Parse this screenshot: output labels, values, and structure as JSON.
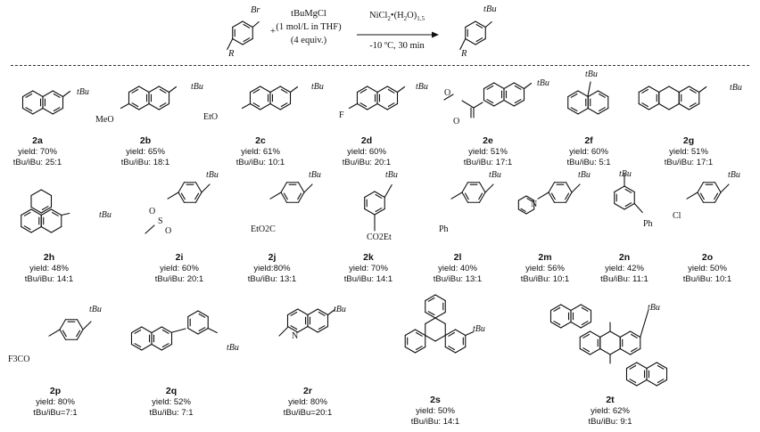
{
  "header": {
    "reactant_sub": "Br",
    "r_group": "R",
    "plus": "+",
    "reagent_name": "tBuMgCl",
    "reagent_conc": "(1 mol/L in THF)",
    "reagent_equiv": "(4 equiv.)",
    "catalyst_base": "NiCl",
    "catalyst_sub1": "2",
    "catalyst_mid": "•(H",
    "catalyst_sub2": "2",
    "catalyst_tail": "O)",
    "catalyst_sub3": "1.5",
    "conditions": "-10 ºC, 30 min",
    "product_sub": "tBu",
    "product_r": "R"
  },
  "substituent_labels": {
    "tbu": "tBu",
    "meo": "MeO",
    "eto": "EtO",
    "f": "F",
    "ph": "Ph",
    "co2et": "CO2Et",
    "eto2c": "EtO2C",
    "cl": "Cl",
    "f3co": "F3CO",
    "n": "N",
    "s": "S",
    "o": "O"
  },
  "products": [
    {
      "id": "2a",
      "yield": "yield: 70%",
      "ratio": "tBu/iBu: 25:1"
    },
    {
      "id": "2b",
      "yield": "yield: 65%",
      "ratio": "tBu/iBu: 18:1"
    },
    {
      "id": "2c",
      "yield": "yield: 61%",
      "ratio": "tBu/iBu: 10:1"
    },
    {
      "id": "2d",
      "yield": "yield: 60%",
      "ratio": "tBu/iBu: 20:1"
    },
    {
      "id": "2e",
      "yield": "yield: 51%",
      "ratio": "tBu/iBu: 17:1"
    },
    {
      "id": "2f",
      "yield": "yield: 60%",
      "ratio": "tBu/iBu: 5:1"
    },
    {
      "id": "2g",
      "yield": "yield: 51%",
      "ratio": "tBu/iBu: 17:1"
    },
    {
      "id": "2h",
      "yield": "yield: 48%",
      "ratio": "tBu/iBu: 14:1"
    },
    {
      "id": "2i",
      "yield": "yield: 60%",
      "ratio": "tBu/iBu: 20:1"
    },
    {
      "id": "2j",
      "yield": "yield:80%",
      "ratio": "tBu/iBu: 13:1"
    },
    {
      "id": "2k",
      "yield": "yield: 70%",
      "ratio": "tBu/iBu: 14:1"
    },
    {
      "id": "2l",
      "yield": "yield: 40%",
      "ratio": "tBu/iBu: 13:1"
    },
    {
      "id": "2m",
      "yield": "yield: 56%",
      "ratio": "tBu/iBu: 10:1"
    },
    {
      "id": "2n",
      "yield": "yield: 42%",
      "ratio": "tBu/iBu: 11:1"
    },
    {
      "id": "2o",
      "yield": "yield: 50%",
      "ratio": "tBu/iBu: 10:1"
    },
    {
      "id": "2p",
      "yield": "yield: 80%",
      "ratio": "tBu/iBu=7:1"
    },
    {
      "id": "2q",
      "yield": "yield: 52%",
      "ratio": "tBu/iBu: 7:1"
    },
    {
      "id": "2r",
      "yield": "yield: 80%",
      "ratio": "tBu/iBu=20:1"
    },
    {
      "id": "2s",
      "yield": "yield: 50%",
      "ratio": "tBu/iBu: 14:1"
    },
    {
      "id": "2t",
      "yield": "yield: 62%",
      "ratio": "tBu/iBu:  9:1"
    }
  ]
}
